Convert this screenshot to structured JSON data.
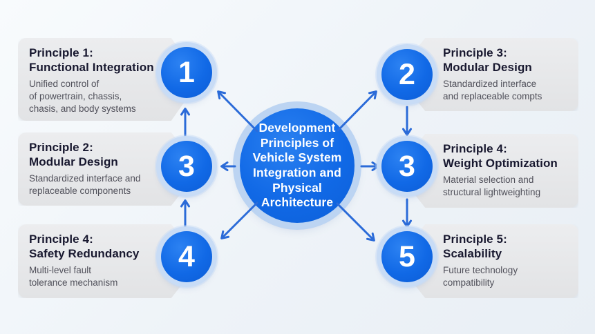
{
  "diagram": {
    "center": {
      "text": "Development\nPrinciples of\nVehicle System\nIntegration and\nPhysical\nArchitecture"
    },
    "principles": [
      {
        "side": "left",
        "number": "1",
        "label": "Principle 1:",
        "name": "Functional Integration",
        "description": "Unified control of\nof powertrain, chassis,\nchasis, and body systems"
      },
      {
        "side": "left",
        "number": "3",
        "label": "Principle 2:",
        "name": "Modular Design",
        "description": "Standardized interface and\nreplaceable components"
      },
      {
        "side": "left",
        "number": "4",
        "label": "Principle 4:",
        "name": "Safety Redundancy",
        "description": "Multi-level fault\ntolerance mechanism"
      },
      {
        "side": "right",
        "number": "2",
        "label": "Principle 3:",
        "name": "Modular Design",
        "description": "Standardized interface\nand replaceable compts"
      },
      {
        "side": "right",
        "number": "3",
        "label": "Principle 4:",
        "name": "Weight Optimization",
        "description": "Material selection and\nstructural lightweighting"
      },
      {
        "side": "right",
        "number": "5",
        "label": "Principle 5:",
        "name": "Scalability",
        "description": "Future technology\ncompatibility"
      }
    ],
    "connections": [
      {
        "from": "center",
        "to": "left-badge-1"
      },
      {
        "from": "center",
        "to": "left-badge-3"
      },
      {
        "from": "center",
        "to": "left-badge-4"
      },
      {
        "from": "center",
        "to": "right-badge-2"
      },
      {
        "from": "center",
        "to": "right-badge-3"
      },
      {
        "from": "center",
        "to": "right-badge-5"
      },
      {
        "from": "left-badge-3",
        "to": "left-badge-1"
      },
      {
        "from": "left-badge-4",
        "to": "left-badge-3"
      },
      {
        "from": "right-badge-2",
        "to": "right-badge-3"
      },
      {
        "from": "right-badge-3",
        "to": "right-badge-5"
      }
    ],
    "colors": {
      "background": "#eef3f8",
      "circle_blue": "#1169e6",
      "circle_halo": "#c8dcf6",
      "arrow_blue": "#2b6bd8",
      "card_background": "#e8e9eb",
      "title_text": "#18182f",
      "body_text": "#50505a",
      "center_text": "#ffffff"
    }
  }
}
